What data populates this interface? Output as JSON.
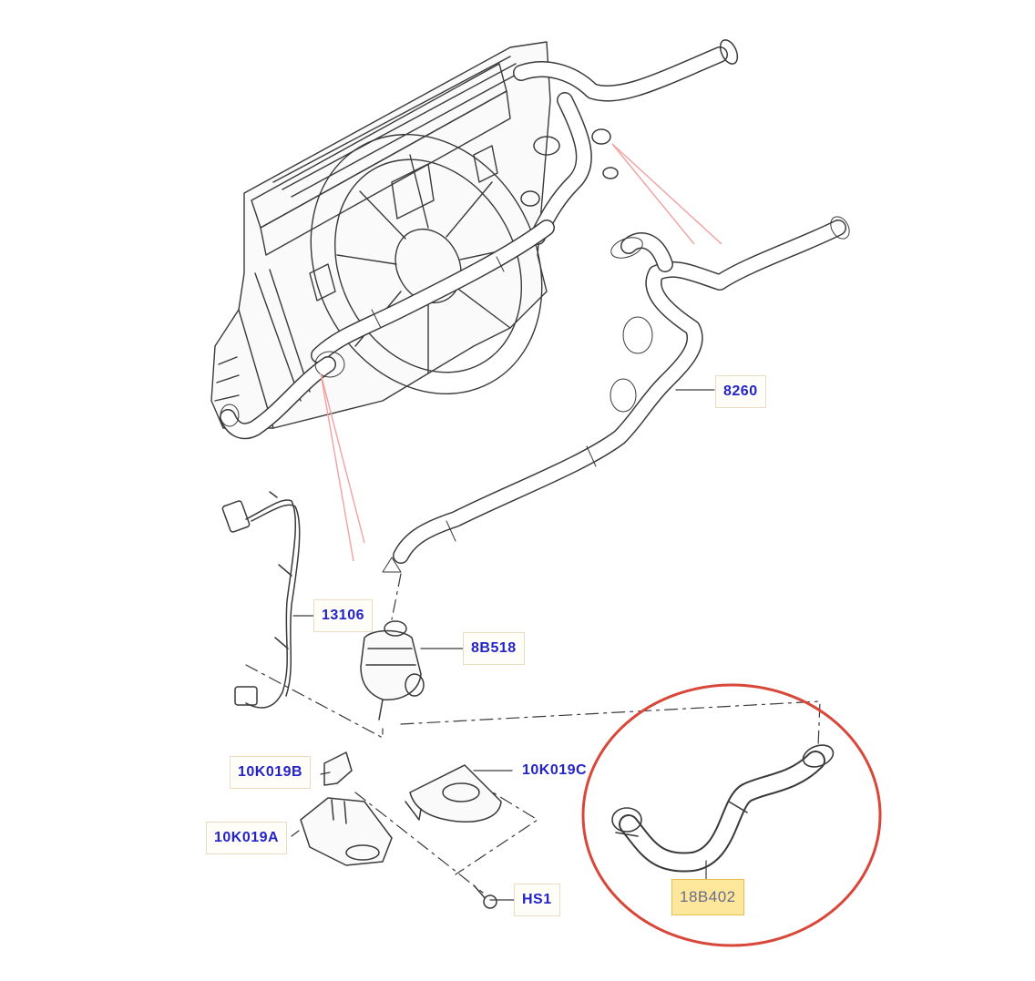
{
  "callouts": [
    {
      "id": "8260",
      "label": "8260"
    },
    {
      "id": "13106",
      "label": "13106"
    },
    {
      "id": "8B518",
      "label": "8B518"
    },
    {
      "id": "10K019B",
      "label": "10K019B"
    },
    {
      "id": "10K019C",
      "label": "10K019C"
    },
    {
      "id": "10K019A",
      "label": "10K019A"
    },
    {
      "id": "HS1",
      "label": "HS1"
    },
    {
      "id": "18B402",
      "label": "18B402"
    }
  ],
  "colors": {
    "line_art": "#3a3a3a",
    "callout_text": "#2323c8",
    "highlight_fill": "#fde79a",
    "highlight_circle": "#d9473a",
    "leader_red": "#f2a0a0"
  }
}
